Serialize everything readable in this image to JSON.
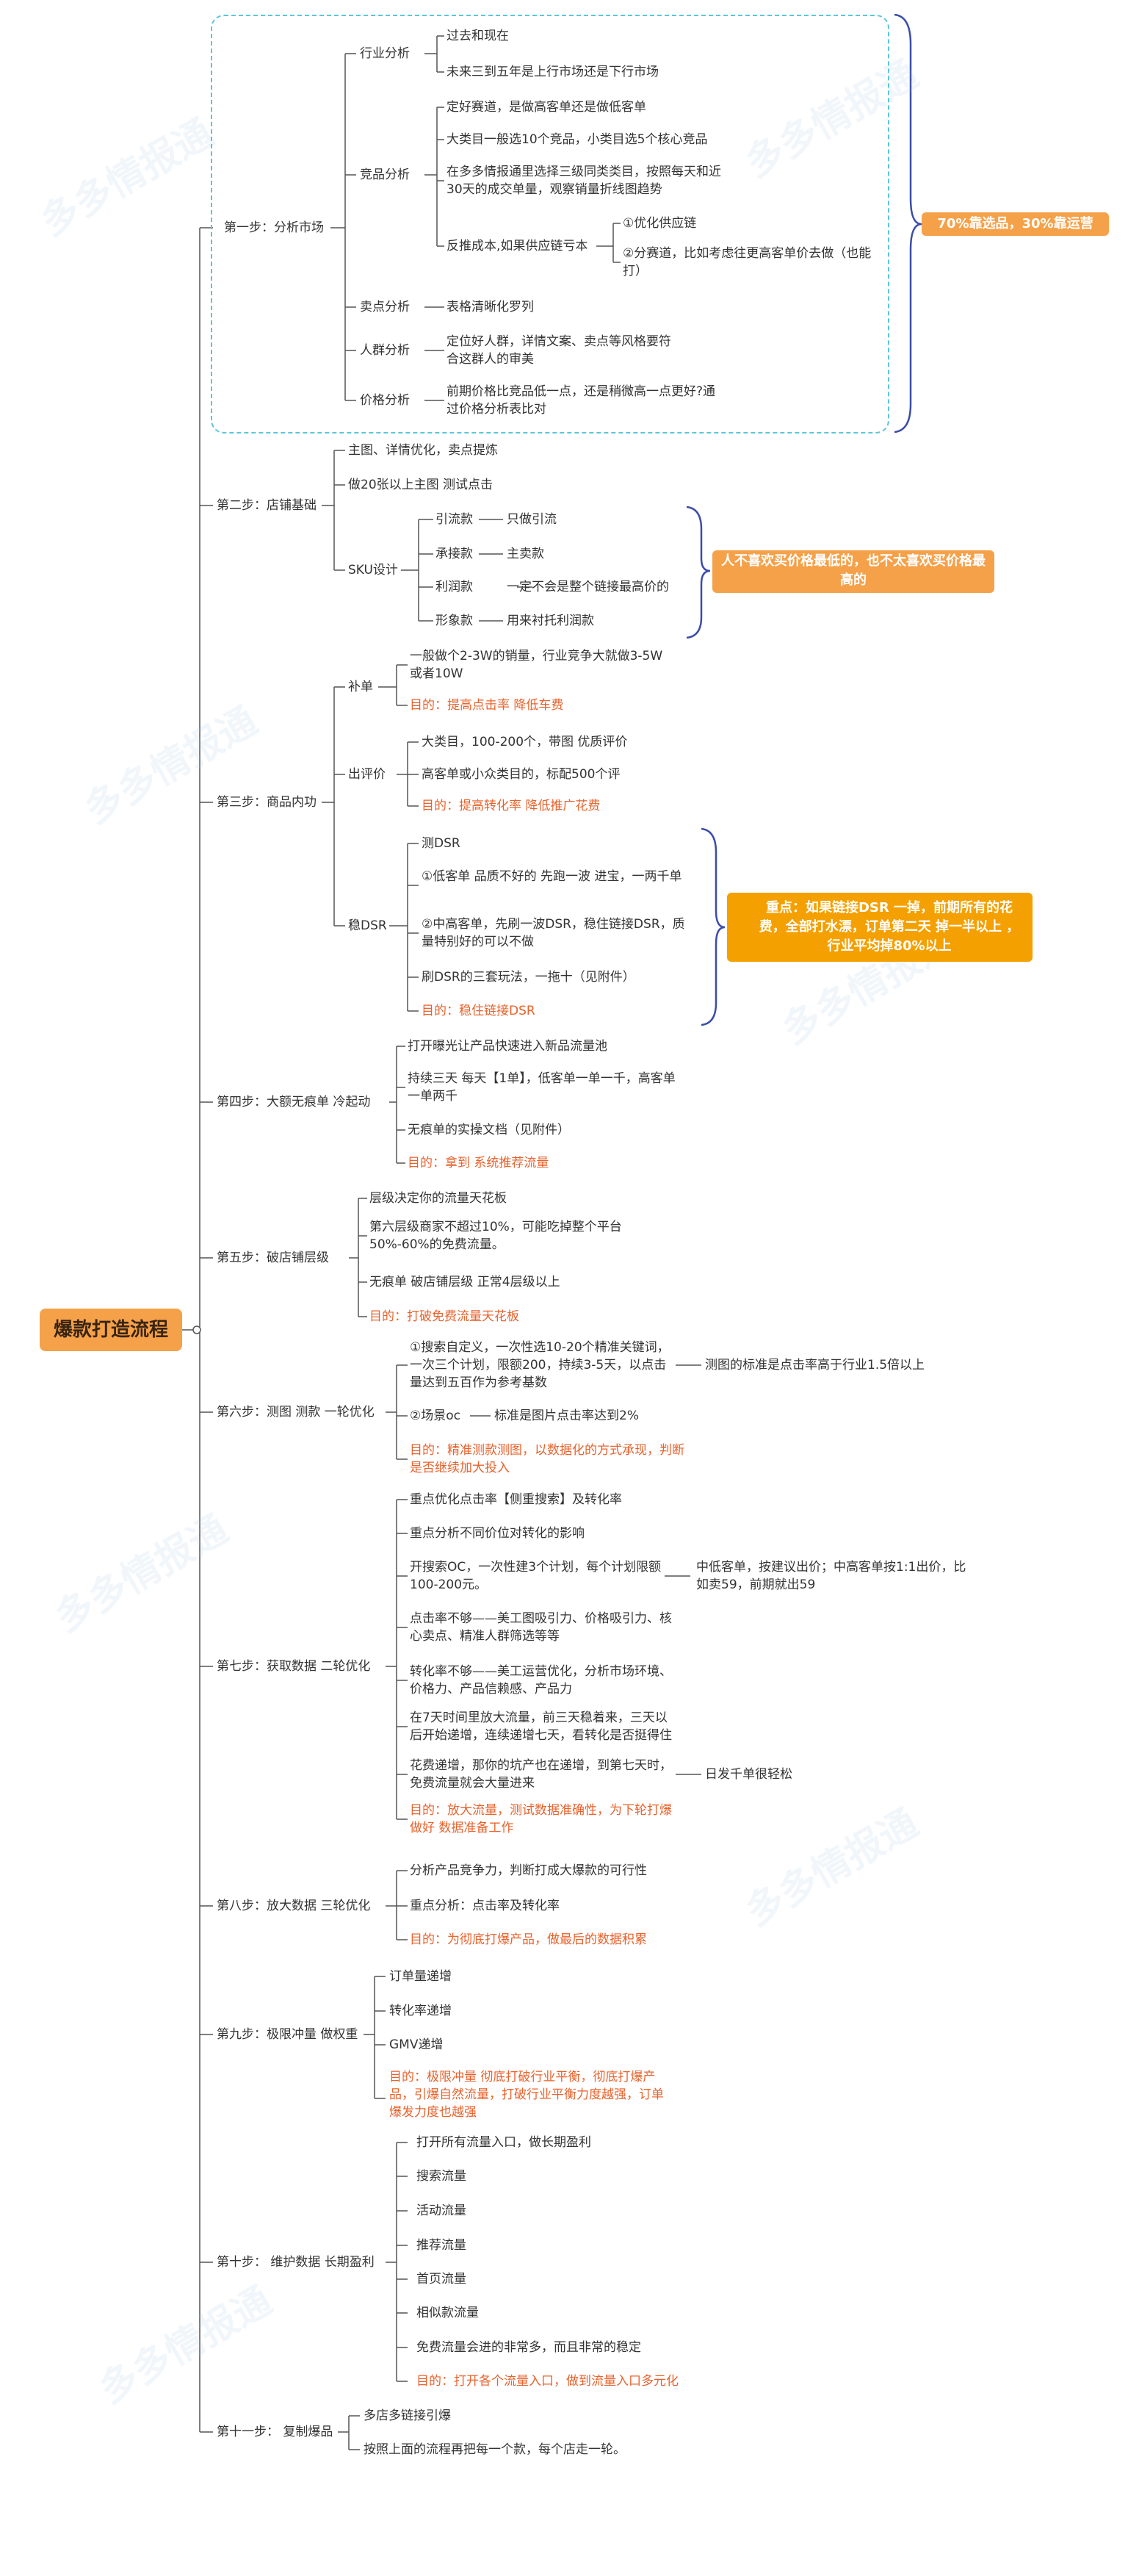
{
  "root": "爆款打造流程",
  "callouts": {
    "c1": "70%靠选品，30%靠运营",
    "c2": "人不喜欢买价格最低的，也不太喜欢买价格最高的",
    "c3": "重点：如果链接DSR 一掉，前期所有的花费，全部打水漂，订单第二天 掉一半以上 ，行业平均掉80%以上"
  },
  "s1": {
    "label": "第一步：分析市场",
    "hy": {
      "label": "行业分析",
      "a": "过去和现在",
      "b": "未来三到五年是上行市场还是下行市场"
    },
    "jp": {
      "label": "竞品分析",
      "a": "定好赛道，是做高客单还是做低客单",
      "b": "大类目一般选10个竞品，小类目选5个核心竞品",
      "c": "在多多情报通里选择三级同类类目，按照每天和近30天的成交单量，观察销量折线图趋势",
      "d": "反推成本,如果供应链亏本",
      "d1": "①优化供应链",
      "d2": "②分赛道，比如考虑往更高客单价去做（也能打）"
    },
    "md": {
      "label": "卖点分析",
      "a": "表格清晰化罗列"
    },
    "rq": {
      "label": "人群分析",
      "a": "定位好人群，详情文案、卖点等风格要符合这群人的审美"
    },
    "jg": {
      "label": "价格分析",
      "a": "前期价格比竞品低一点，还是稍微高一点更好?通过价格分析表比对"
    }
  },
  "s2": {
    "label": "第二步：店铺基础",
    "a": "主图、详情优化，卖点提炼",
    "b": "做20张以上主图 测试点击",
    "sku": {
      "label": "SKU设计",
      "r1": "引流款",
      "r1v": "只做引流",
      "r2": "承接款",
      "r2v": "主卖款",
      "r3": "利润款",
      "r3v": "一定不会是整个链接最高价的",
      "r4": "形象款",
      "r4v": "用来衬托利润款"
    }
  },
  "s3": {
    "label": "第三步：商品内功",
    "bd": {
      "label": "补单",
      "a": "一般做个2-3W的销量，行业竞争大就做3-5W或者10W",
      "b": "目的：提高点击率 降低车费"
    },
    "cpj": {
      "label": "出评价",
      "a": "大类目，100-200个，带图 优质评价",
      "b": "高客单或小众类目的，标配500个评",
      "c": "目的：提高转化率  降低推广花费"
    },
    "dsr": {
      "label": "稳DSR",
      "a": "测DSR",
      "b": "①低客单 品质不好的  先跑一波 进宝，一两千单",
      "c": "②中高客单，先刷一波DSR，稳住链接DSR，质量特别好的可以不做",
      "d": "刷DSR的三套玩法，一拖十（见附件）",
      "e": "目的：稳住链接DSR"
    }
  },
  "s4": {
    "label": "第四步：大额无痕单 冷起动",
    "a": "打开曝光让产品快速进入新品流量池",
    "b": "持续三天   每天【1单】，低客单一单一千，高客单一单两千",
    "c": "无痕单的实操文档（见附件）",
    "d": "目的：拿到 系统推荐流量"
  },
  "s5": {
    "label": "第五步：破店铺层级",
    "a": "层级决定你的流量天花板",
    "b": "第六层级商家不超过10%，可能吃掉整个平台50%-60%的免费流量。",
    "c": "无痕单  破店铺层级  正常4层级以上",
    "d": "目的：打破免费流量天花板"
  },
  "s6": {
    "label": "第六步：测图 测款 一轮优化",
    "a": "①搜索自定义，一次性选10-20个精准关键词，一次三个计划，限额200，持续3-5天，以点击量达到五百作为参考基数",
    "a1": "测图的标准是点击率高于行业1.5倍以上",
    "b": "②场景oc",
    "b1": "标准是图片点击率达到2%",
    "c": "目的：精准测款测图，以数据化的方式承现，判断是否继续加大投入"
  },
  "s7": {
    "label": "第七步：获取数据  二轮优化",
    "a": "重点优化点击率【侧重搜索】及转化率",
    "b": "重点分析不同价位对转化的影响",
    "c": "开搜索OC，一次性建3个计划，每个计划限额100-200元。",
    "c1": "中低客单，按建议出价；中高客单按1:1出价，比如卖59，前期就出59",
    "d": "点击率不够——美工图吸引力、价格吸引力、核心卖点、精准人群筛选等等",
    "e": "转化率不够——美工运营优化，分析市场环境、价格力、产品信赖感、产品力",
    "f": "在7天时间里放大流量，前三天稳着来，三天以后开始递增，连续递增七天，看转化是否挺得住",
    "g": "花费递增，那你的坑产也在递增，到第七天时，免费流量就会大量进来",
    "g1": "日发千单很轻松",
    "h": "目的：放大流量，测试数据准确性，为下轮打爆做好 数据准备工作"
  },
  "s8": {
    "label": "第八步：放大数据  三轮优化",
    "a": "分析产品竞争力，判断打成大爆款的可行性",
    "b": "重点分析：点击率及转化率",
    "c": "目的：为彻底打爆产品，做最后的数据积累"
  },
  "s9": {
    "label": "第九步：极限冲量 做权重",
    "a": "订单量递增",
    "b": "转化率递增",
    "c": "GMV递增",
    "d": "目的：极限冲量 彻底打破行业平衡，彻底打爆产品，引爆自然流量，打破行业平衡力度越强，订单爆发力度也越强"
  },
  "s10": {
    "label": "第十步：  维护数据    长期盈利",
    "a": "打开所有流量入口，做长期盈利",
    "b": "搜索流量",
    "c": "活动流量",
    "d": "推荐流量",
    "e": "首页流量",
    "f": "相似款流量",
    "g": "免费流量会进的非常多，而且非常的稳定",
    "h": "目的：打开各个流量入口，做到流量入口多元化"
  },
  "s11": {
    "label": "第十一步：  复制爆品",
    "a": "多店多链接引爆",
    "b": "按照上面的流程再把每一个款，每个店走一轮。"
  },
  "watermark": "多多情报通"
}
